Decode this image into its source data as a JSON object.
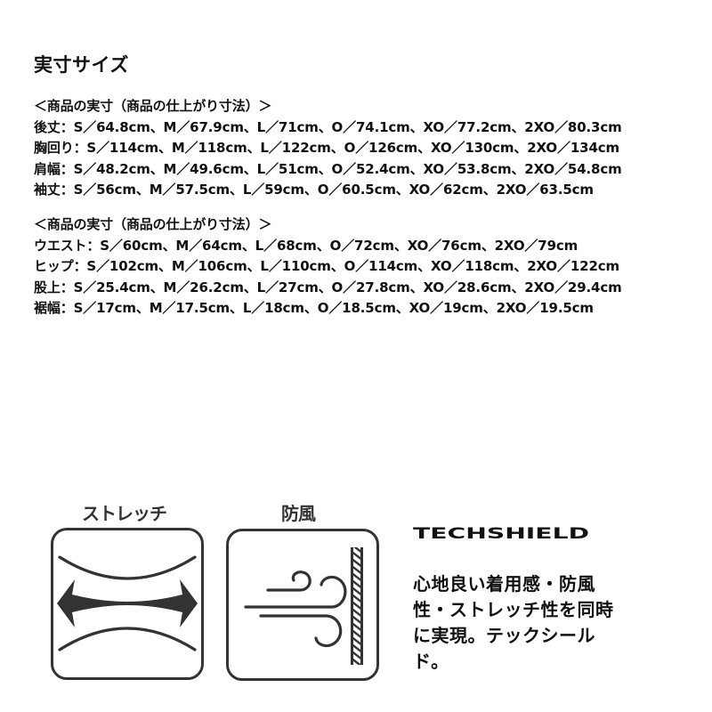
{
  "title": "実寸サイズ",
  "sections": [
    {
      "heading": "＜商品の実寸（商品の仕上がり寸法）＞",
      "rows": [
        {
          "label": "後丈",
          "values": "S／64.8cm、M／67.9cm、L／71cm、O／74.1cm、XO／77.2cm、2XO／80.3cm"
        },
        {
          "label": "胸回り",
          "values": "S／114cm、M／118cm、L／122cm、O／126cm、XO／130cm、2XO／134cm"
        },
        {
          "label": "肩幅",
          "values": "S／48.2cm、M／49.6cm、L／51cm、O／52.4cm、XO／53.8cm、2XO／54.8cm"
        },
        {
          "label": "袖丈",
          "values": "S／56cm、M／57.5cm、L／59cm、O／60.5cm、XO／62cm、2XO／63.5cm"
        }
      ]
    },
    {
      "heading": "＜商品の実寸（商品の仕上がり寸法）＞",
      "rows": [
        {
          "label": "ウエスト",
          "values": "S／60cm、M／64cm、L／68cm、O／72cm、XO／76cm、2XO／79cm"
        },
        {
          "label": "ヒップ",
          "values": "S／102cm、M／106cm、L／110cm、O／114cm、XO／118cm、2XO／122cm"
        },
        {
          "label": "股上",
          "values": "S／25.4cm、M／26.2cm、L／27cm、O／27.8cm、XO／28.6cm、2XO／29.4cm"
        },
        {
          "label": "裾幅",
          "values": "S／17cm、M／17.5cm、L／18cm、O／18.5cm、XO／19cm、2XO／19.5cm"
        }
      ]
    }
  ],
  "separator": "：",
  "features": [
    {
      "label": "ストレッチ",
      "icon": "stretch-arrows-icon"
    },
    {
      "label": "防風",
      "icon": "wind-wall-icon"
    }
  ],
  "brand": {
    "name": "TECHSHIELD"
  },
  "description": "心地良い着用感・防風性・ストレッチ性を同時に実現。テックシールド。",
  "colors": {
    "text": "#111111",
    "icon": "#333333",
    "background": "#ffffff"
  }
}
